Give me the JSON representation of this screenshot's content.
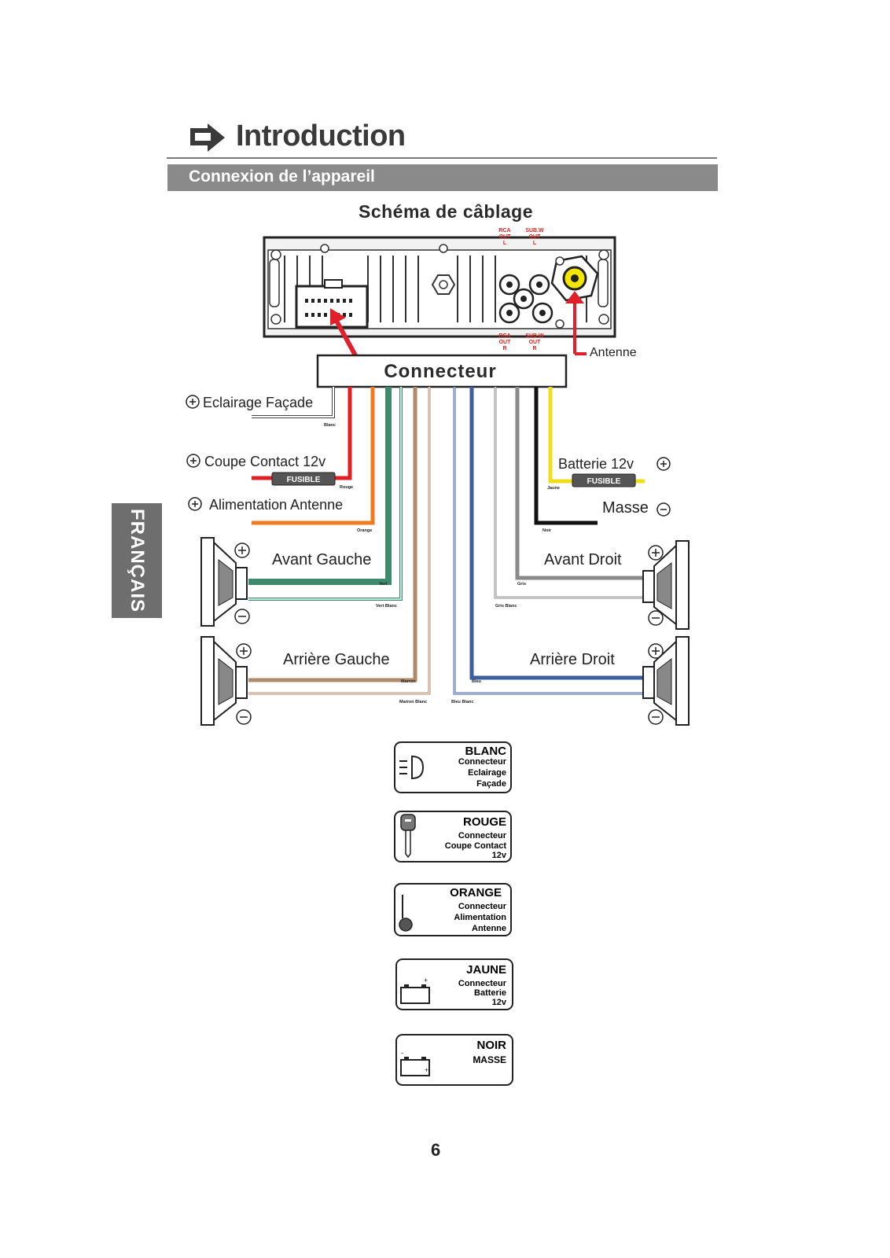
{
  "header": {
    "title": "Introduction",
    "section": "Connexion de l’appareil"
  },
  "diagram": {
    "title": "Schéma de câblage",
    "rca_top": [
      "RCA",
      "OUT",
      "L",
      "SUB.W",
      "OUT",
      "L"
    ],
    "rca_bottom": [
      "RCA",
      "OUT",
      "R",
      "SUB.W",
      "OUT",
      "R"
    ],
    "antenna_label": "Antenne",
    "connector_label": "Connecteur",
    "left_labels": {
      "eclairage": "Eclairage Façade",
      "coupe": "Coupe Contact 12v",
      "alim_antenne": "Alimentation Antenne",
      "avant_gauche": "Avant Gauche",
      "arriere_gauche": "Arrière Gauche"
    },
    "right_labels": {
      "batterie": "Batterie 12v",
      "masse": "Masse",
      "avant_droit": "Avant Droit",
      "arriere_droit": "Arrière Droit"
    },
    "fuse_label": "FUSIBLE",
    "wire_names": {
      "blanc": "Blanc",
      "rouge": "Rouge",
      "orange": "Orange",
      "vert": "Vert",
      "vert_blanc": "Vert Blanc",
      "marron": "Marron",
      "marron_blanc": "Marron Blanc",
      "bleu": "Bleu",
      "bleu_blanc": "Bleu Blanc",
      "gris": "Gris",
      "gris_blanc": "Gris Blanc",
      "jaune": "Jaune",
      "noir": "Noir"
    },
    "colors": {
      "white_wire": "#ffffff",
      "red_wire": "#e02020",
      "orange_wire": "#f07a20",
      "green_wire": "#3d8a6e",
      "brown_wire": "#b08a68",
      "blue_wire": "#3d5fa0",
      "grey_wire": "#8a8a8a",
      "yellow_wire": "#f2dd1a",
      "black_wire": "#111111",
      "arrow_red": "#e0202a",
      "antenna_yellow": "#f5e600"
    }
  },
  "legend": [
    {
      "color": "BLANC",
      "lines": [
        "Connecteur",
        "Eclairage",
        "Façade"
      ],
      "icon": "light-icon"
    },
    {
      "color": "ROUGE",
      "lines": [
        "Connecteur",
        "Coupe Contact",
        "12v"
      ],
      "icon": "key-icon"
    },
    {
      "color": "ORANGE",
      "lines": [
        "Connecteur",
        "Alimentation",
        "Antenne"
      ],
      "icon": "antenna-icon"
    },
    {
      "color": "JAUNE",
      "lines": [
        "Connecteur",
        "Batterie",
        "12v"
      ],
      "icon": "battery-icon"
    },
    {
      "color": "NOIR",
      "lines": [
        "MASSE"
      ],
      "icon": "battery-ground-icon"
    }
  ],
  "side_tab": "FRANÇAIS",
  "page_number": "6"
}
